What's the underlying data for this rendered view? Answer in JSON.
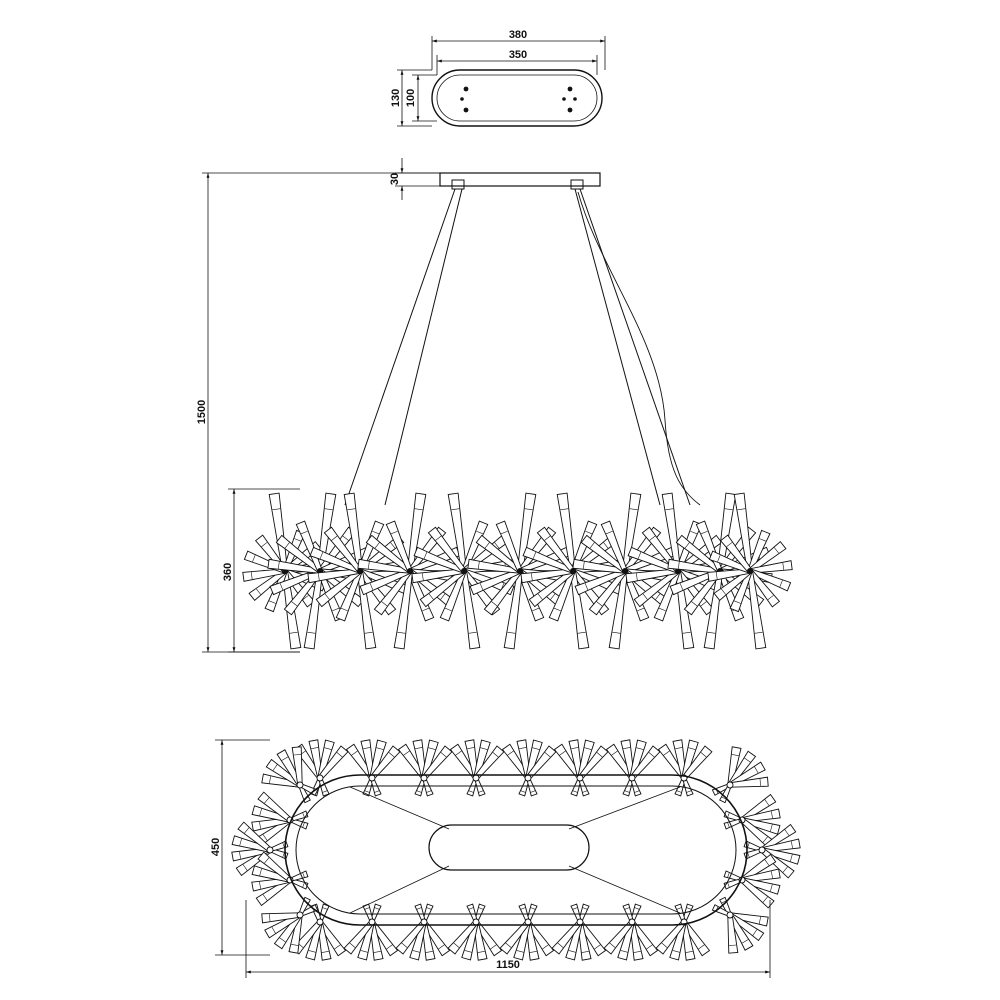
{
  "dimensions": {
    "canopy_length_outer": "380",
    "canopy_length_inner": "350",
    "canopy_width_outer": "130",
    "canopy_width_inner": "100",
    "canopy_height": "30",
    "overall_height": "1500",
    "body_height": "360",
    "body_depth": "450",
    "body_length": "1150"
  },
  "colors": {
    "ink": "#111111",
    "paper": "#ffffff"
  }
}
